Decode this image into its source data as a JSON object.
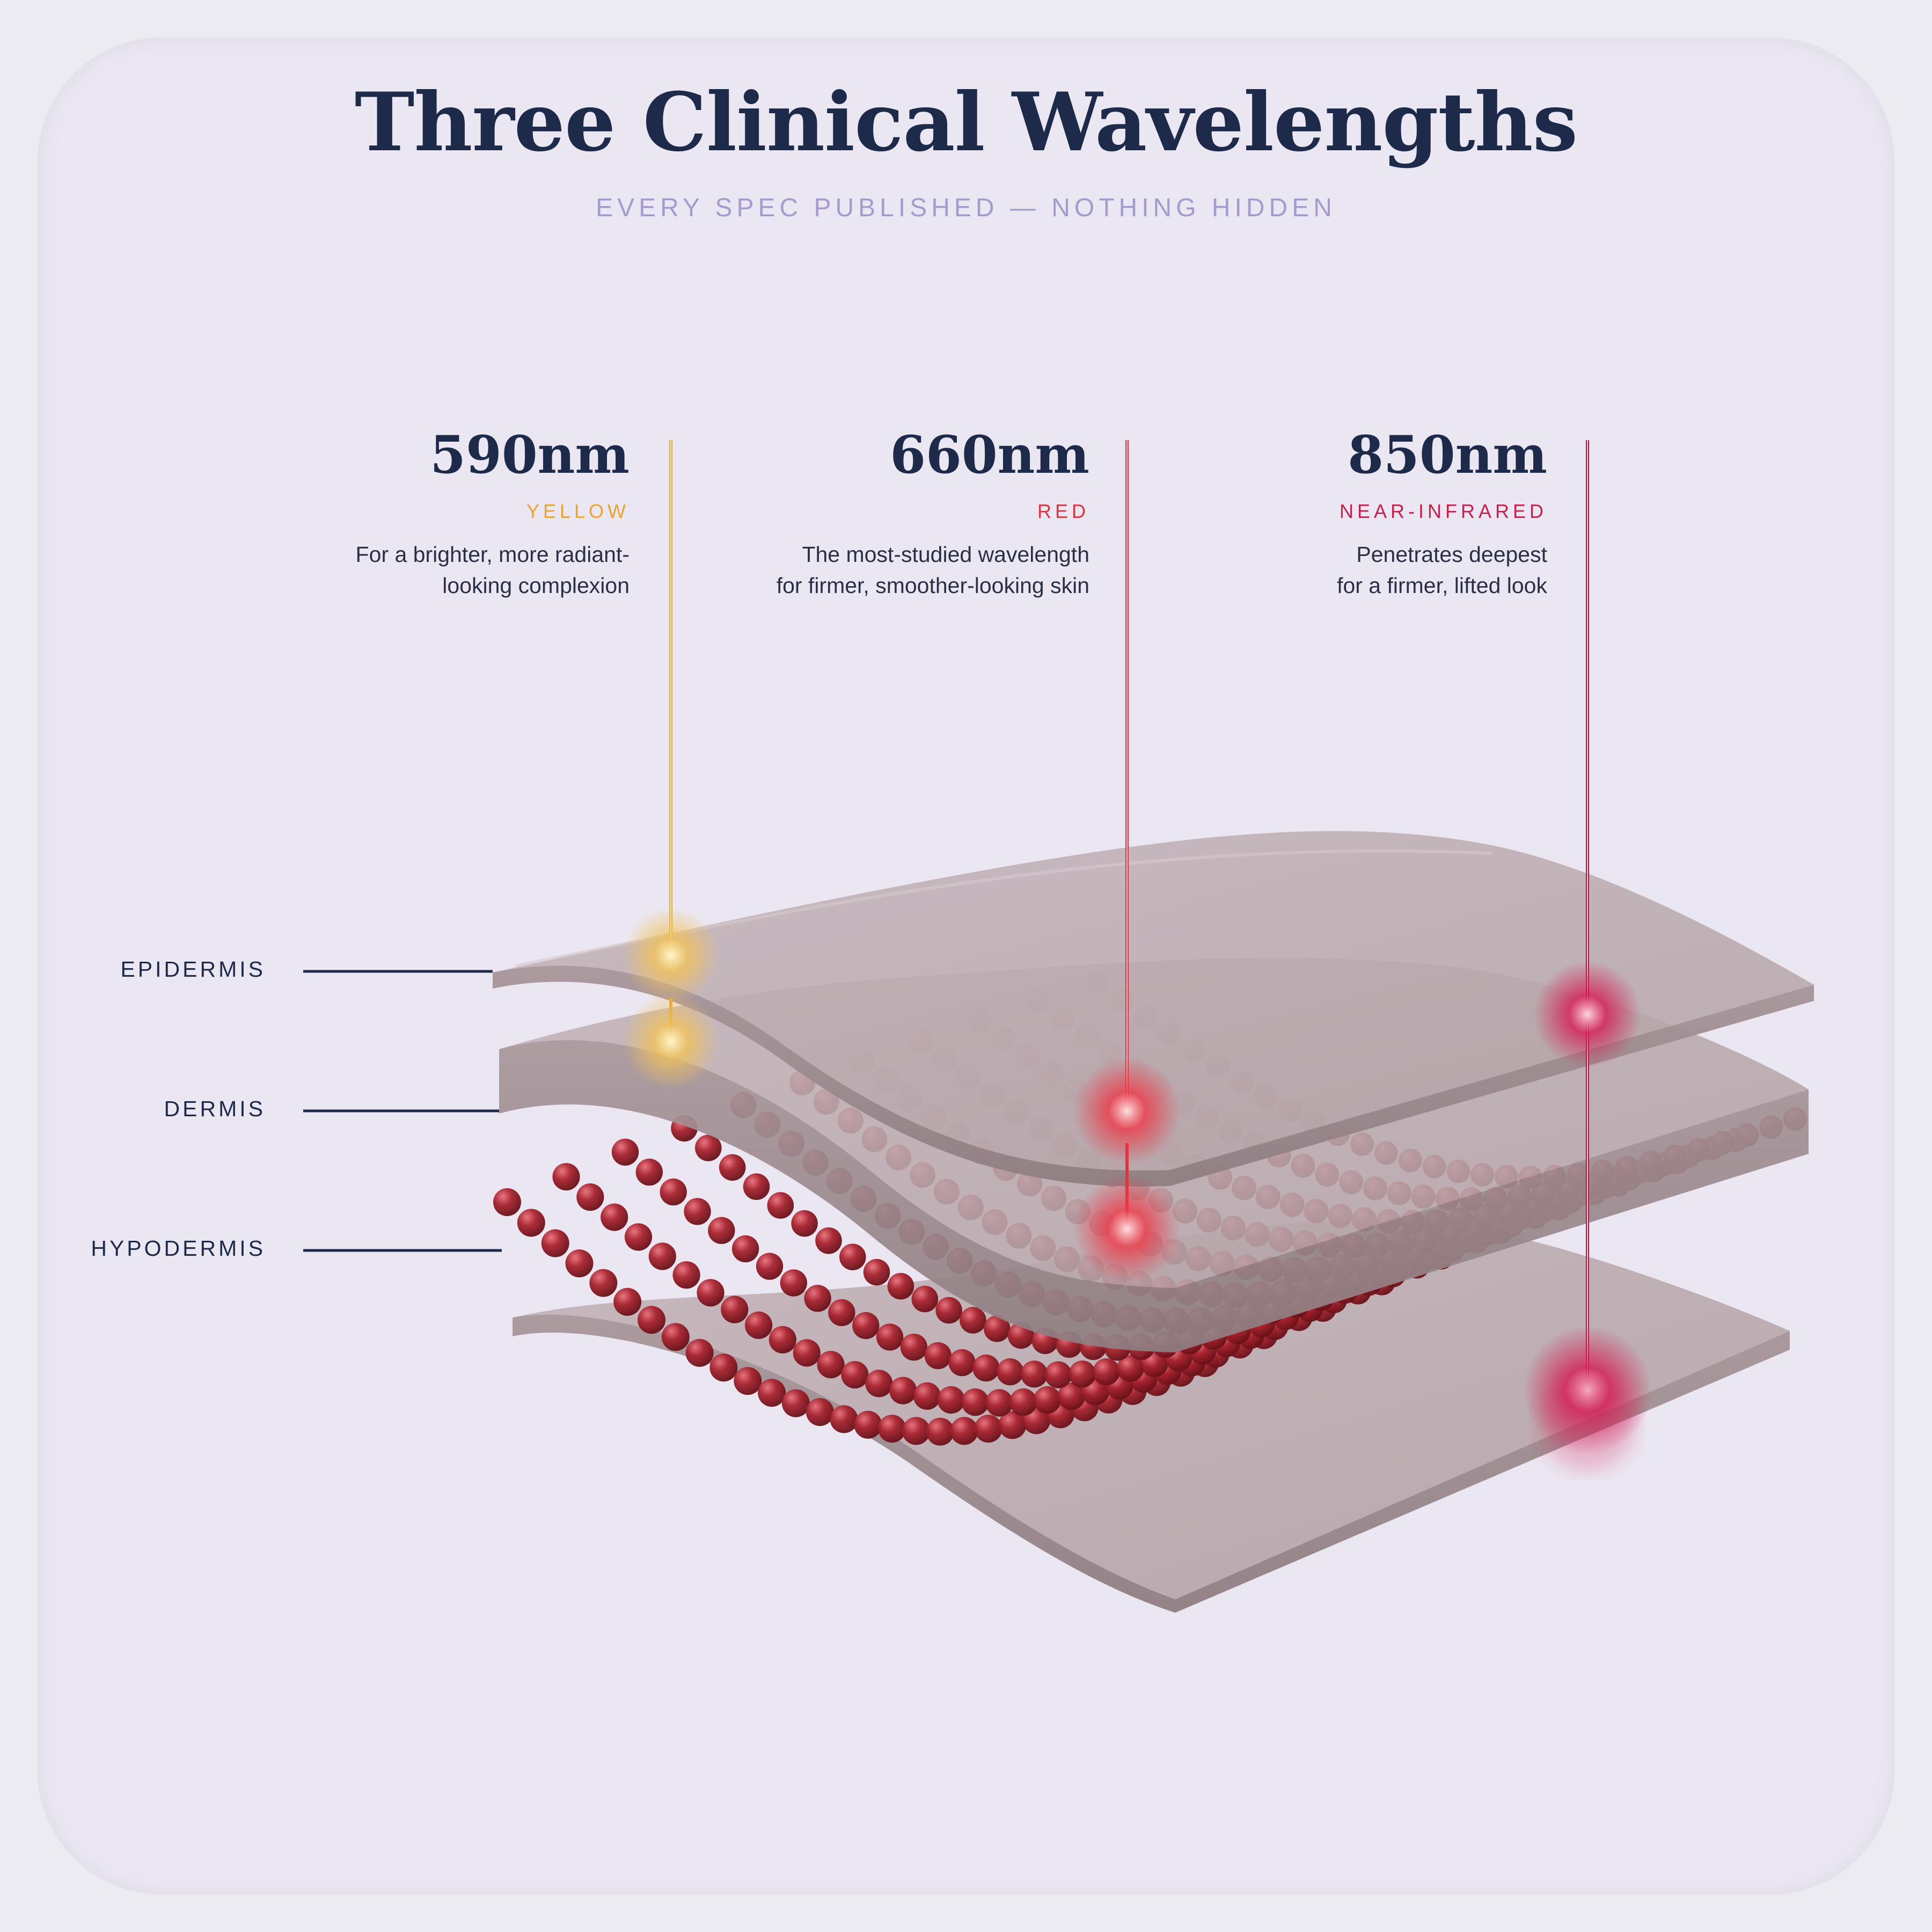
{
  "title": "Three Clinical Wavelengths",
  "subtitle": "EVERY SPEC PUBLISHED — NOTHING HIDDEN",
  "wavelengths": [
    {
      "value": "590nm",
      "name": "YELLOW",
      "desc_line1": "For a brighter, more radiant-",
      "desc_line2": "looking complexion",
      "color": "#e7a52e"
    },
    {
      "value": "660nm",
      "name": "RED",
      "desc_line1": "The most-studied wavelength",
      "desc_line2": "for firmer, smoother-looking skin",
      "color": "#e0333f"
    },
    {
      "value": "850nm",
      "name": "NEAR-INFRARED",
      "desc_line1": "Penetrates deepest",
      "desc_line2": "for a firmer, lifted look",
      "color": "#c8204a"
    }
  ],
  "layers": {
    "epidermis": "EPIDERMIS",
    "dermis": "DERMIS",
    "hypodermis": "HYPODERMIS"
  },
  "colors": {
    "title": "#1e2a4a",
    "subtitle": "#a59cce",
    "background": "#ebe7f2",
    "layer_fill": "#b7a6aa",
    "cells": "#a3222e"
  }
}
